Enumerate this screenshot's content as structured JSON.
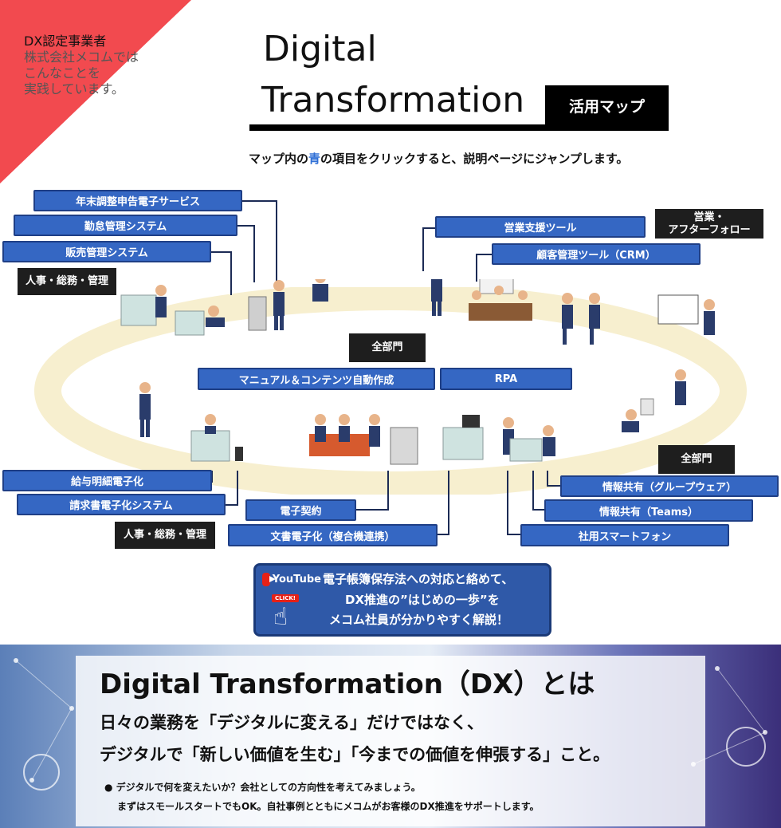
{
  "header": {
    "intro_lines": [
      "DX認定事業者",
      "株式会社メコムでは",
      "こんなことを",
      "実践しています。"
    ],
    "title_line1": "Digital",
    "title_line2": "Transformation",
    "map_tag": "活用マップ",
    "instruction_pre": "マップ内の",
    "instruction_blue": "青",
    "instruction_post": "の項目をクリックすると、説明ページにジャンプします。"
  },
  "map": {
    "tags": {
      "hr_top": "人事・総務・管理",
      "sales": [
        "営業・",
        "アフターフォロー"
      ],
      "all_center": "全部門",
      "all_right": "全部門",
      "hr_bottom": "人事・総務・管理"
    },
    "buttons": {
      "nenmatsu": "年末調整申告電子サービス",
      "kintai": "勤怠管理システム",
      "hanbai": "販売管理システム",
      "eigyo": "営業支援ツール",
      "crm": "顧客管理ツール（CRM）",
      "manual": "マニュアル＆コンテンツ自動作成",
      "rpa": "RPA",
      "kyuyo": "給与明細電子化",
      "seikyu": "請求書電子化システム",
      "keiyaku": "電子契約",
      "bunsho": "文書電子化（複合機連携）",
      "groupware": "情報共有（グループウェア）",
      "teams": "情報共有（Teams）",
      "smartphone": "社用スマートフォン"
    },
    "colors": {
      "button": "#3567c3",
      "ring": "#f7efcf",
      "tag": "#1e1e1e"
    }
  },
  "youtube": {
    "logo_text": "YouTube",
    "click_label": "CLICK!",
    "lines": [
      "電子帳簿保存法への対応と絡めて、",
      "DX推進の”はじめの一歩”を",
      "メコム社員が分かりやすく解説！"
    ]
  },
  "dx": {
    "title": "Digital Transformation（DX）とは",
    "line1": "日々の業務を「デジタルに変える」だけではなく、",
    "line2": "デジタルで「新しい価値を生む」「今までの価値を伸張する」こと。",
    "bullet1": "● デジタルで何を変えたいか？会社としての方向性を考えてみましょう。",
    "bullet2": "まずはスモールスタートでもOK。自社事例とともにメコムがお客様のDX推進をサポートします。"
  }
}
